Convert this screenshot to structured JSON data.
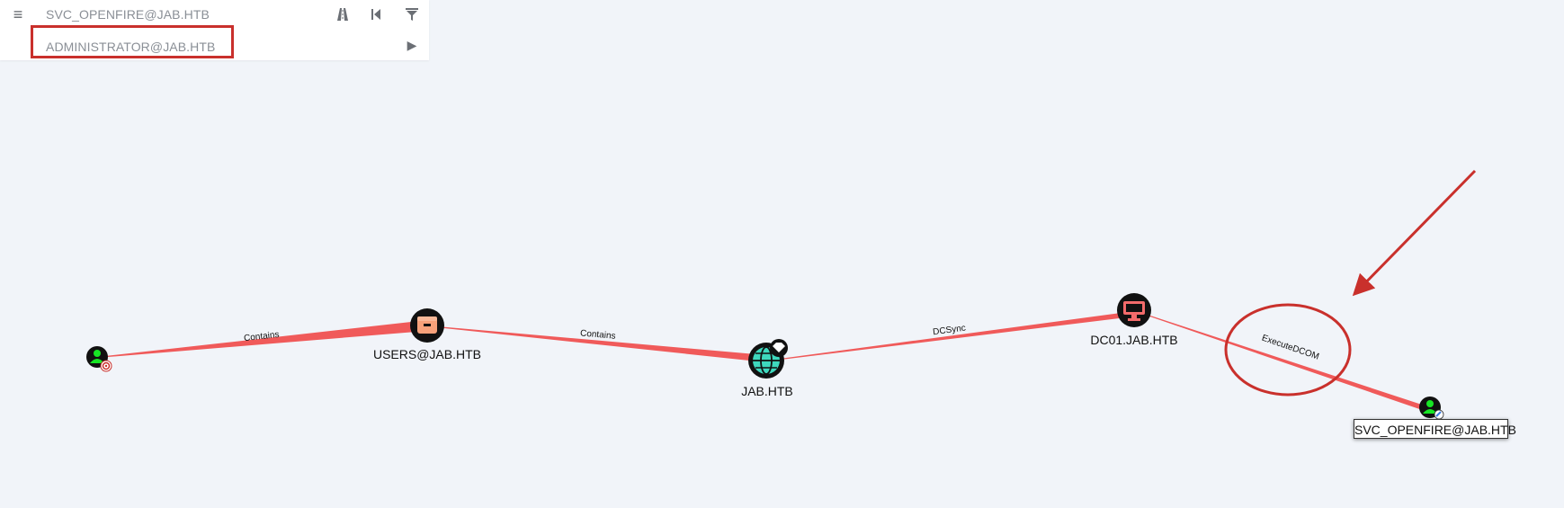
{
  "search": {
    "start_node": "SVC_OPENFIRE@JAB.HTB",
    "target_node": "ADMINISTRATOR@JAB.HTB",
    "icons": [
      "menu-icon",
      "pathfinding-icon",
      "back-icon",
      "filter-icon",
      "play-icon"
    ]
  },
  "graph": {
    "nodes": [
      {
        "id": "admin",
        "label": "",
        "icon": "user-target-icon",
        "color": "#17e625"
      },
      {
        "id": "users",
        "label": "USERS@JAB.HTB",
        "icon": "group-box-icon",
        "color": "#f7a17a"
      },
      {
        "id": "domain",
        "label": "JAB.HTB",
        "icon": "globe-icon",
        "color": "#3ed8bd"
      },
      {
        "id": "dc",
        "label": "DC01.JAB.HTB",
        "icon": "computer-icon",
        "color": "#f36b6b"
      },
      {
        "id": "svc",
        "label": "SVC_OPENFIRE@JAB.HTB",
        "icon": "user-owned-icon",
        "color": "#17e625"
      }
    ],
    "edges": [
      {
        "from": "admin",
        "to": "users",
        "label": "Contains"
      },
      {
        "from": "users",
        "to": "domain",
        "label": "Contains"
      },
      {
        "from": "domain",
        "to": "dc",
        "label": "DCSync"
      },
      {
        "from": "dc",
        "to": "svc",
        "label": "ExecuteDCOM"
      }
    ],
    "edge_color": "#f05a5a",
    "annotation_color": "#c9302c"
  }
}
